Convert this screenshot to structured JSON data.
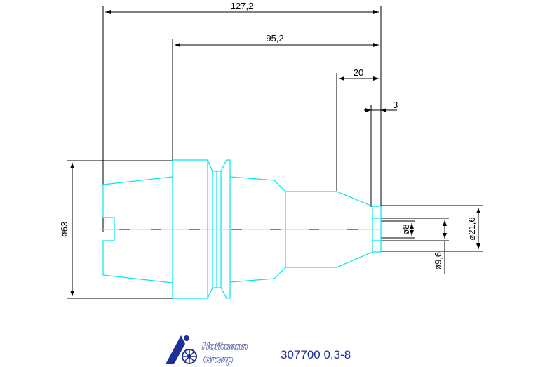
{
  "dimensions": {
    "overall_length": "127,2",
    "body_length": "95,2",
    "nose_length": "20",
    "tip_length": "3",
    "flange_diameter": "ø63",
    "bore_diameter": "ø8",
    "inner_diameter": "ø9,6",
    "nose_diameter": "ø21,6"
  },
  "brand": {
    "line1": "Hoffmann",
    "line2": "Group"
  },
  "product_code": "307700 0,3-8",
  "colors": {
    "outline": "#00e5ee",
    "centerline": "#e6e600",
    "dimension": "#000000",
    "brand": "#1f2f9a"
  }
}
